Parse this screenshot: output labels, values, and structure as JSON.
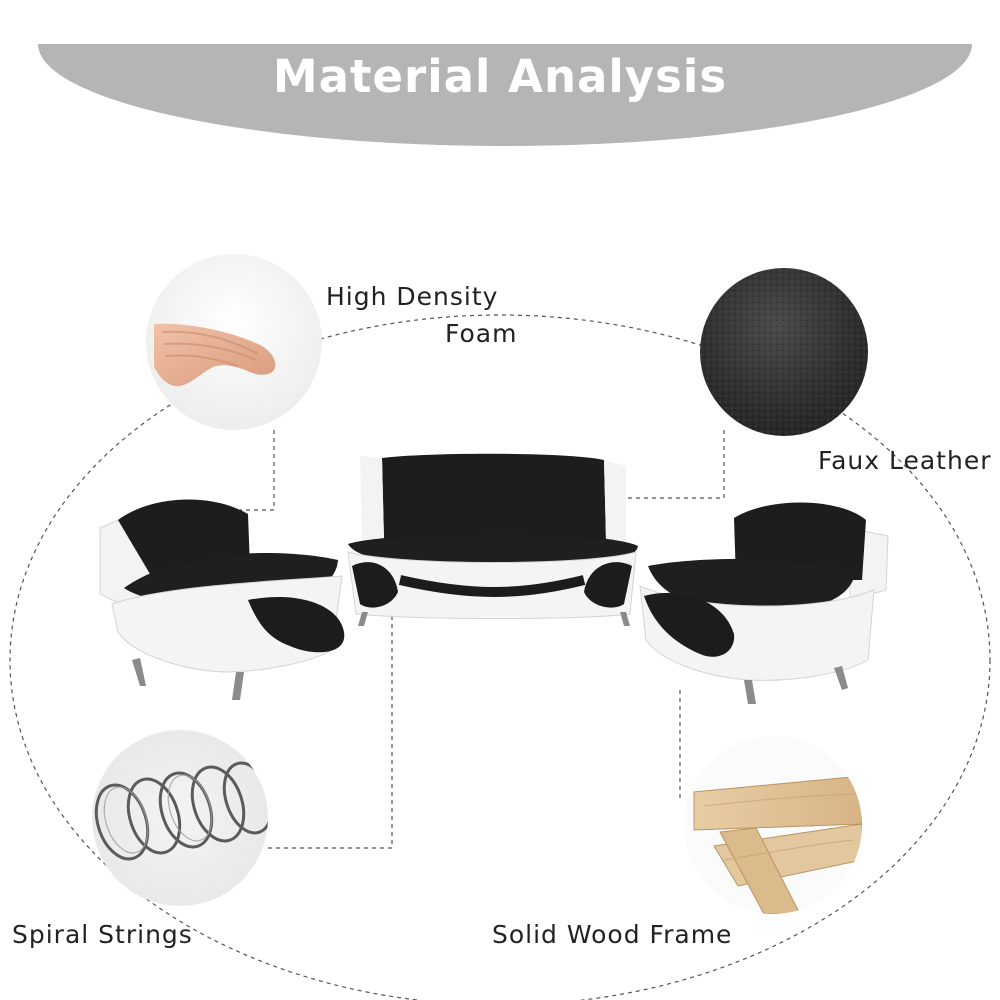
{
  "header": {
    "title": "Material Analysis"
  },
  "materials": {
    "high_density_foam": {
      "line1": "High Density",
      "line2": "Foam"
    },
    "faux_leather": {
      "label": "Faux Leather"
    },
    "spiral_strings": {
      "label": "Spiral Strings"
    },
    "solid_wood_frame": {
      "label": "Solid Wood Frame"
    }
  },
  "colors": {
    "banner": "#b5b5b5",
    "title_text": "#ffffff",
    "label_text": "#222222",
    "leather_black": "#1d1d1d",
    "leather_white": "#f3f3f3",
    "wood": "#e3c79e"
  },
  "icons": [
    "hand-on-foam-image",
    "leather-texture-image",
    "spiral-spring-image",
    "wood-planks-image",
    "sofa-set-image"
  ]
}
